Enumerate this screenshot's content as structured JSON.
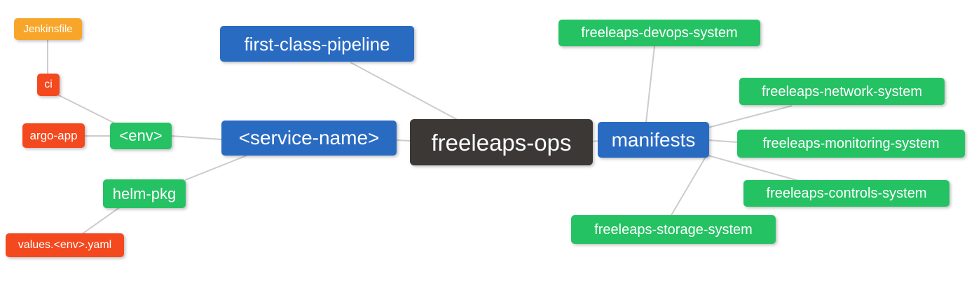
{
  "diagram": {
    "type": "mindmap",
    "colors": {
      "root_bg": "#3B3836",
      "branch_blue": "#2A6BC2",
      "leaf_green": "#24C263",
      "leaf_red": "#F4481E",
      "leaf_orange": "#F8A62A",
      "edge_gray": "#CCCCCC",
      "text": "#FFFFFF",
      "background": "#FFFFFF"
    },
    "nodes": {
      "root": {
        "label": "freeleaps-ops",
        "color": "#3B3836"
      },
      "first_class_pipeline": {
        "label": "first-class-pipeline",
        "color": "#2A6BC2"
      },
      "service_name": {
        "label": "<service-name>",
        "color": "#2A6BC2"
      },
      "manifests": {
        "label": "manifests",
        "color": "#2A6BC2"
      },
      "env": {
        "label": "<env>",
        "color": "#24C263"
      },
      "helm_pkg": {
        "label": "helm-pkg",
        "color": "#24C263"
      },
      "jenkinsfile": {
        "label": "Jenkinsfile",
        "color": "#F8A62A"
      },
      "ci": {
        "label": "ci",
        "color": "#F4481E"
      },
      "argo_app": {
        "label": "argo-app",
        "color": "#F4481E"
      },
      "values_env_yaml": {
        "label": "values.<env>.yaml",
        "color": "#F4481E"
      },
      "devops_system": {
        "label": "freeleaps-devops-system",
        "color": "#24C263"
      },
      "network_system": {
        "label": "freeleaps-network-system",
        "color": "#24C263"
      },
      "monitoring_system": {
        "label": "freeleaps-monitoring-system",
        "color": "#24C263"
      },
      "controls_system": {
        "label": "freeleaps-controls-system",
        "color": "#24C263"
      },
      "storage_system": {
        "label": "freeleaps-storage-system",
        "color": "#24C263"
      }
    },
    "edges": [
      [
        "jenkinsfile",
        "ci"
      ],
      [
        "ci",
        "env"
      ],
      [
        "argo_app",
        "env"
      ],
      [
        "env",
        "service_name"
      ],
      [
        "helm_pkg",
        "service_name"
      ],
      [
        "helm_pkg",
        "values_env_yaml"
      ],
      [
        "first_class_pipeline",
        "root"
      ],
      [
        "service_name",
        "root"
      ],
      [
        "root",
        "manifests"
      ],
      [
        "manifests",
        "devops_system"
      ],
      [
        "manifests",
        "network_system"
      ],
      [
        "manifests",
        "monitoring_system"
      ],
      [
        "manifests",
        "controls_system"
      ],
      [
        "manifests",
        "storage_system"
      ]
    ]
  }
}
